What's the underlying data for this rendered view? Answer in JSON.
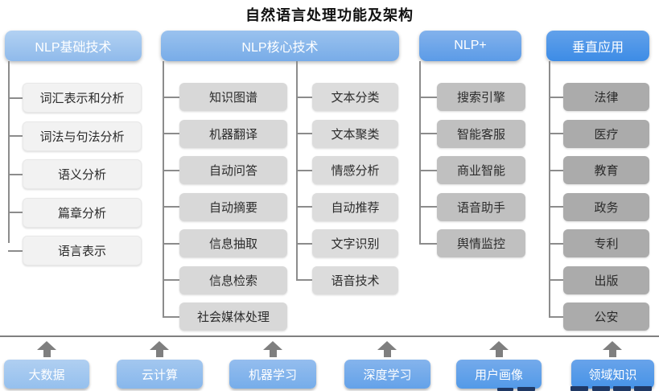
{
  "title": "自然语言处理功能及架构",
  "columns": [
    {
      "header": "NLP基础技术",
      "items": [
        "词汇表示和分析",
        "词法与句法分析",
        "语义分析",
        "篇章分析",
        "语言表示"
      ]
    },
    {
      "header": "NLP核心技术",
      "items_left": [
        "知识图谱",
        "机器翻译",
        "自动问答",
        "自动摘要",
        "信息抽取",
        "信息检索",
        "社会媒体处理"
      ],
      "items_right": [
        "文本分类",
        "文本聚类",
        "情感分析",
        "自动推荐",
        "文字识别",
        "语音技术"
      ]
    },
    {
      "header": "NLP+",
      "items": [
        "搜索引擎",
        "智能客服",
        "商业智能",
        "语音助手",
        "舆情监控"
      ]
    },
    {
      "header": "垂直应用",
      "items": [
        "法律",
        "医疗",
        "教育",
        "政务",
        "专利",
        "出版",
        "公安"
      ]
    }
  ],
  "foundation": [
    "大数据",
    "云计算",
    "机器学习",
    "深度学习",
    "用户画像",
    "领域知识"
  ],
  "palette": {
    "header_blues": [
      "#8fbaeb",
      "#78ace8",
      "#5b9be7",
      "#3d8ce6"
    ],
    "item_grays": [
      "#f2f2f2",
      "#d8d8d8",
      "#dcdcdc",
      "#c0c0c0",
      "#ababab"
    ],
    "foundation_blues": [
      "#95c0ee",
      "#87b7ec",
      "#76adea",
      "#64a2e9",
      "#539ae8",
      "#4693e7"
    ],
    "connector_gray": "#8c8c8c",
    "arrow_gray": "#7f7f7f",
    "separator_gray": "#808080",
    "watermark_navy": "#1f3864",
    "title_color": "#111111"
  }
}
